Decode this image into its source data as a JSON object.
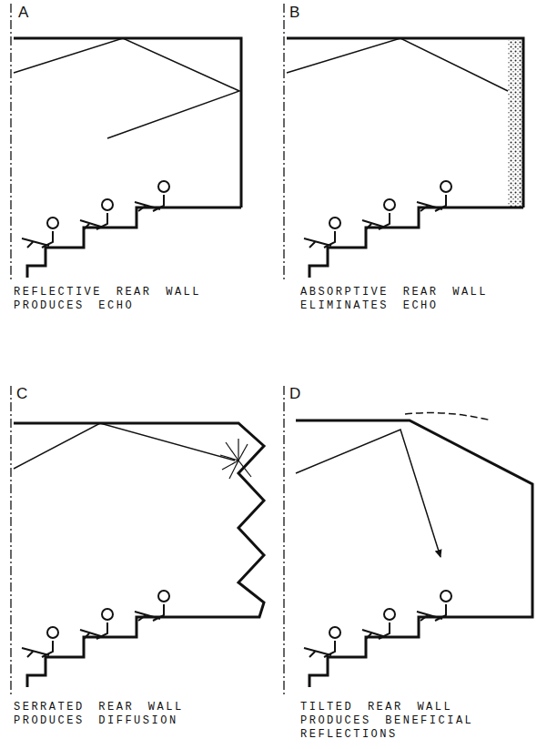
{
  "diagram": {
    "labels": [
      "A",
      "REFLECTIVE REAR WALL PRODUCES ECHO",
      "B",
      "ABSORPTIVE REAR WALL ELIMINATES ECHO",
      "C",
      "SERRATED REAR WALL PRODUCES DIFFUSION",
      "D",
      "TILTED REAR WALL PRODUCES BENEFICIAL REFLECTIONS"
    ]
  }
}
